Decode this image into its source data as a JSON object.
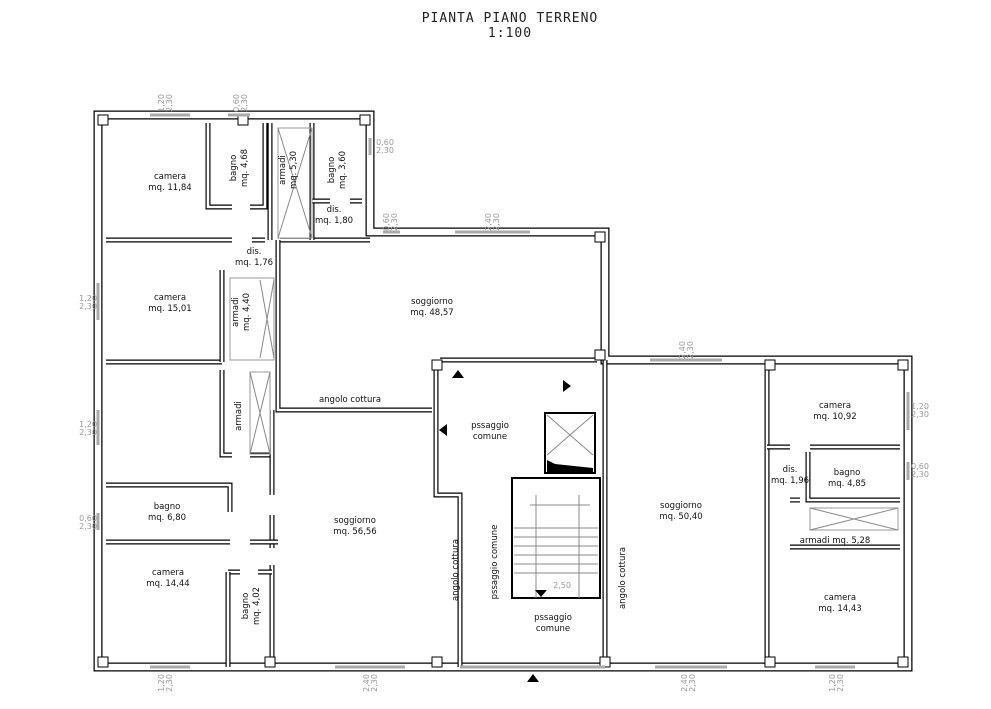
{
  "title": "PIANTA PIANO TERRENO",
  "scale": "1:100",
  "rooms": [
    {
      "name": "camera",
      "area": "mq. 11,84"
    },
    {
      "name": "bagno",
      "area": "mq. 4,68"
    },
    {
      "name": "armadi",
      "area": "mq. 5,30"
    },
    {
      "name": "bagno",
      "area": "mq. 3,60"
    },
    {
      "name": "dis.",
      "area": "mq. 1,80"
    },
    {
      "name": "dis.",
      "area": "mq. 1,76"
    },
    {
      "name": "camera",
      "area": "mq. 15,01"
    },
    {
      "name": "armadi",
      "area": "mq. 4,40"
    },
    {
      "name": "soggiorno",
      "area": "mq. 48,57"
    },
    {
      "name": "angolo cottura"
    },
    {
      "name": "armadi"
    },
    {
      "name": "pssaggio",
      "area": "comune"
    },
    {
      "name": "bagno",
      "area": "mq. 6,80"
    },
    {
      "name": "soggiorno",
      "area": "mq. 56,56"
    },
    {
      "name": "camera",
      "area": "mq. 14,44"
    },
    {
      "name": "bagno",
      "area": "mq. 4,02"
    },
    {
      "name": "angolo cottura"
    },
    {
      "name": "pssaggio comune"
    },
    {
      "name": "pssaggio",
      "area": "comune"
    },
    {
      "name": "soggiorno",
      "area": "mq. 50,40"
    },
    {
      "name": "angolo cottura"
    },
    {
      "name": "camera",
      "area": "mq. 10,92"
    },
    {
      "name": "dis.",
      "area": "mq. 1,96"
    },
    {
      "name": "bagno",
      "area": "mq. 4,85"
    },
    {
      "name": "armadi mq. 5,28"
    },
    {
      "name": "camera",
      "area": "mq. 14,43"
    }
  ],
  "stair_label": "2,50",
  "windows": [
    {
      "w": "1,20",
      "h": "2,30"
    },
    {
      "w": "0,60",
      "h": "2,30"
    },
    {
      "w": "0,60",
      "h": "2,30"
    },
    {
      "w": "0,60",
      "h": "2,30"
    },
    {
      "w": "2,40",
      "h": "2,30"
    },
    {
      "w": "2,40",
      "h": "2,30"
    },
    {
      "w": "1,20",
      "h": "2,30"
    },
    {
      "w": "0,60",
      "h": "2,30"
    },
    {
      "w": "1,20",
      "h": "2,30"
    },
    {
      "w": "1,20",
      "h": "2,30"
    },
    {
      "w": "0,60",
      "h": "2,30"
    },
    {
      "w": "1,20",
      "h": "2,30"
    },
    {
      "w": "2,40",
      "h": "2,30"
    },
    {
      "w": "2,40",
      "h": "2,30"
    },
    {
      "w": "1,20",
      "h": "2,30"
    }
  ]
}
